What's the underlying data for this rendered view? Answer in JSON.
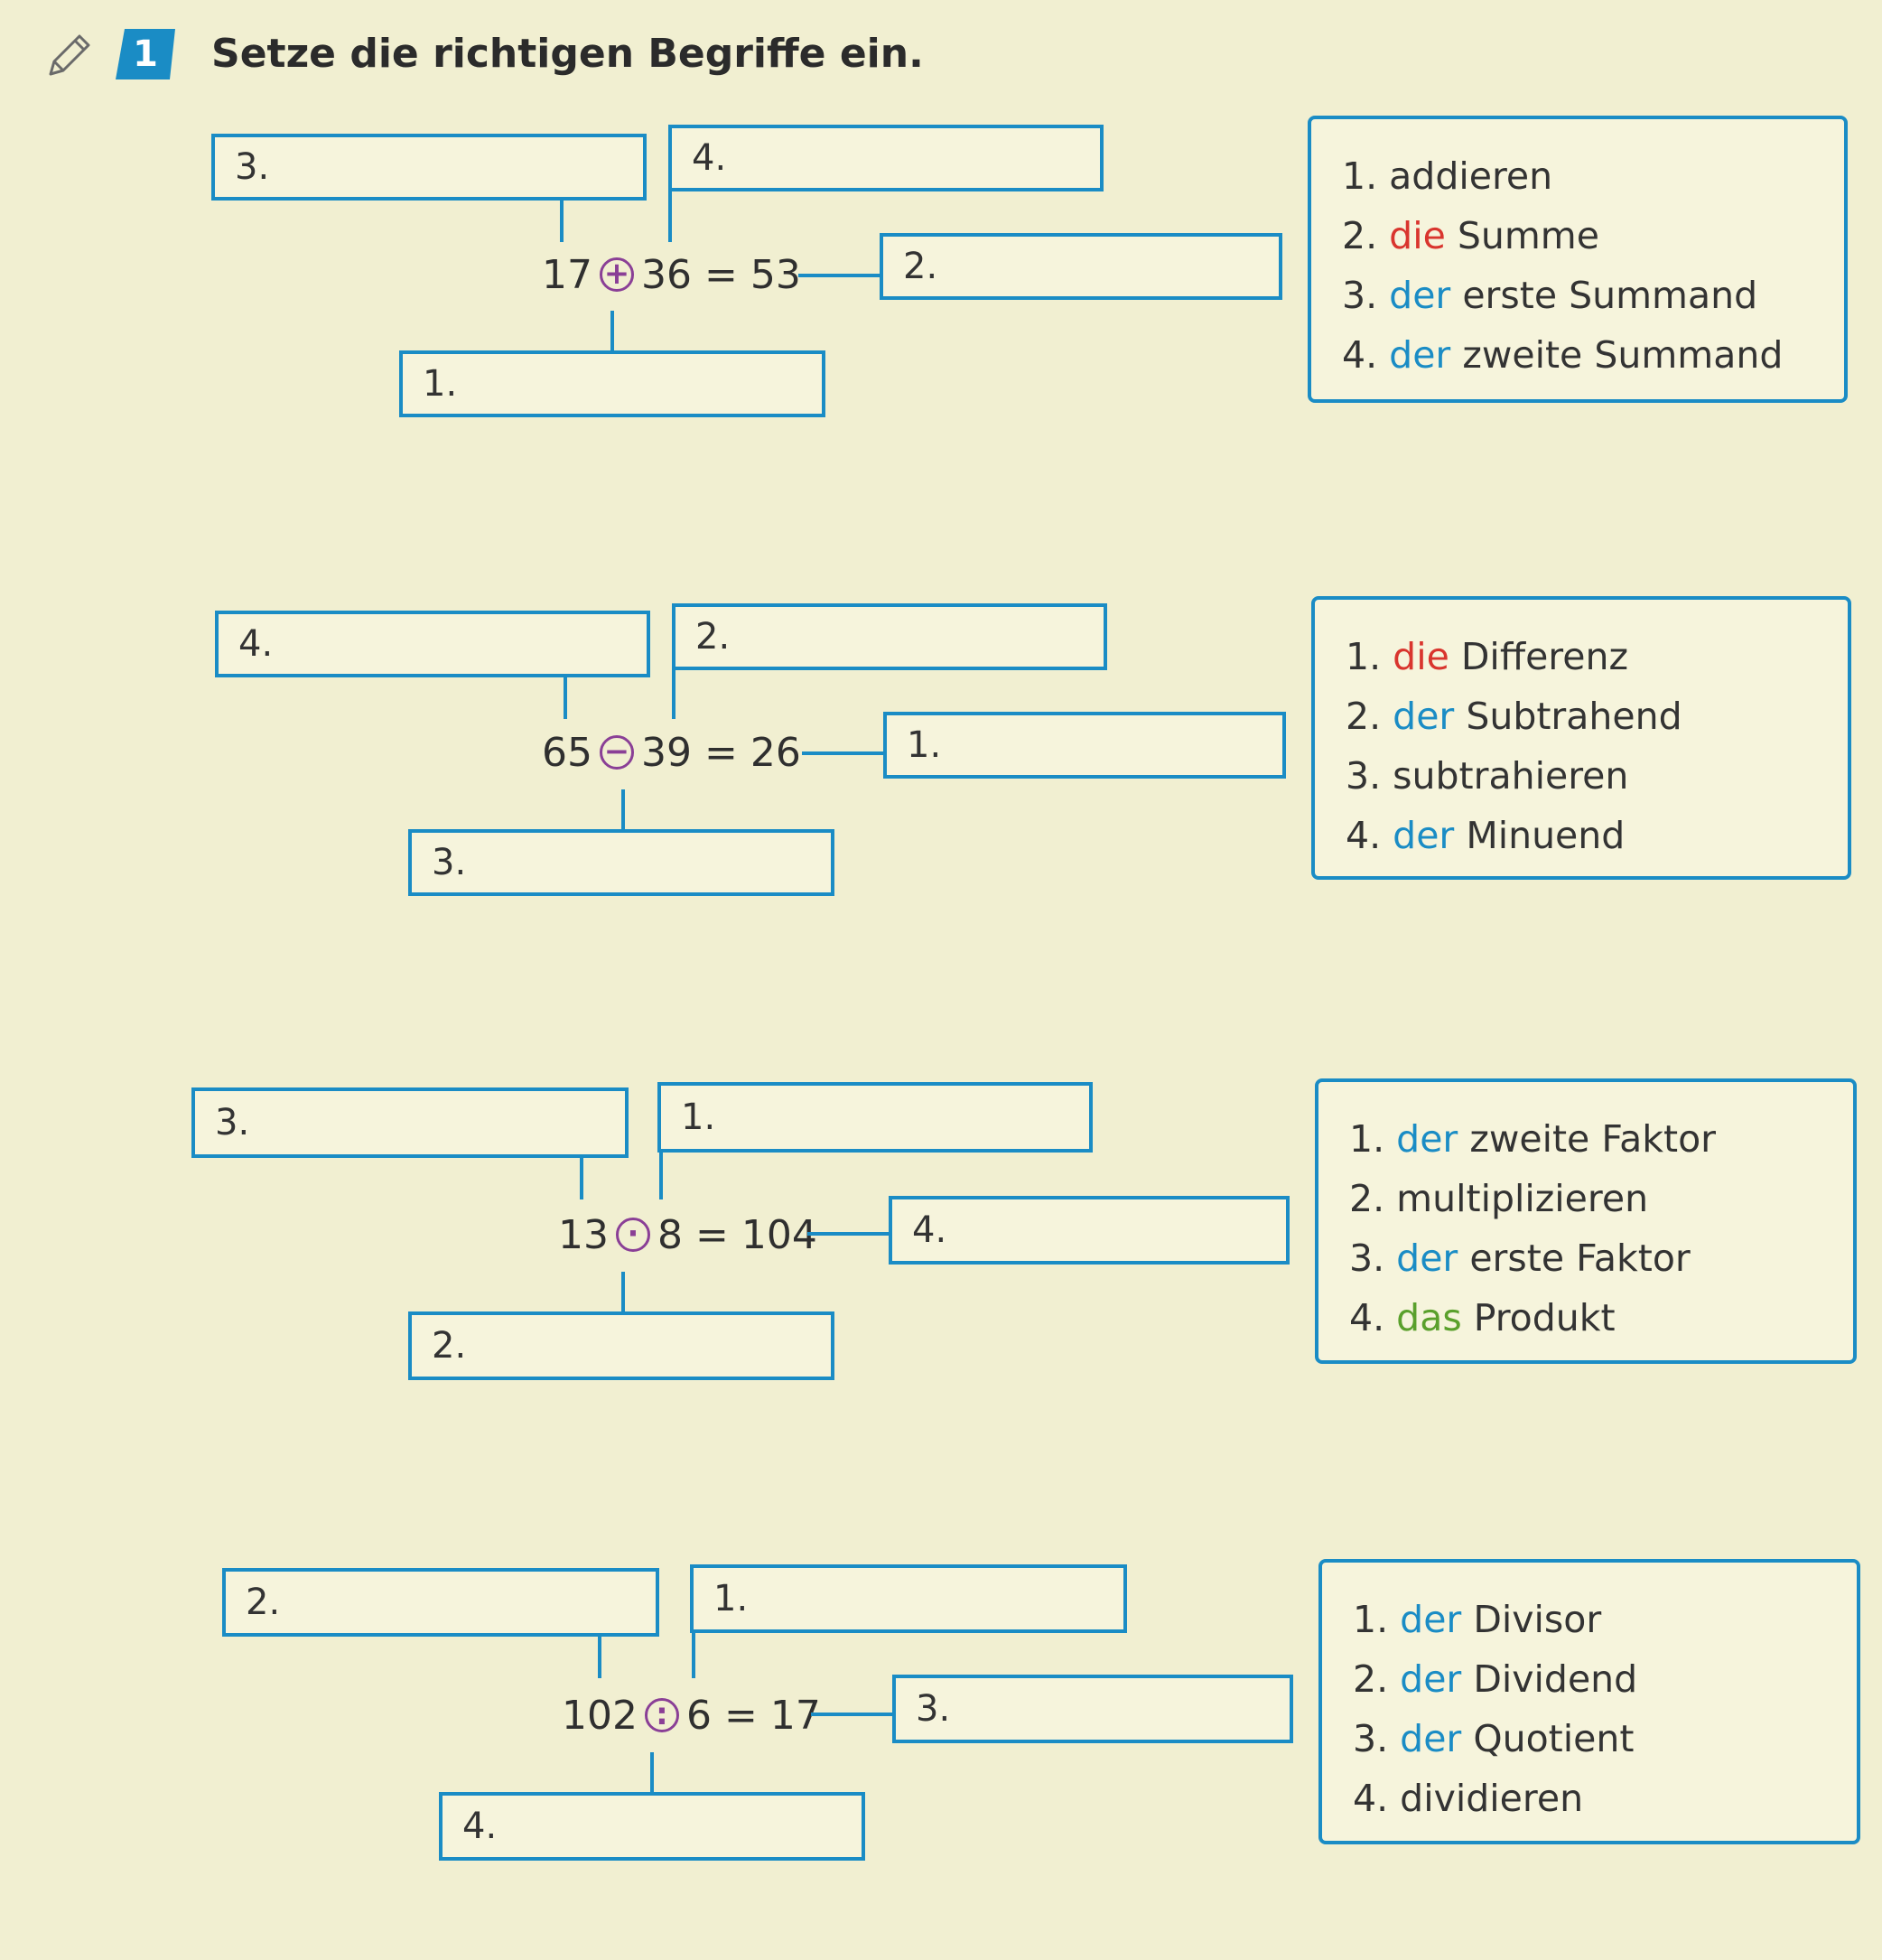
{
  "task": {
    "number": "1",
    "title": "Setze die richtigen Begriffe ein."
  },
  "colors": {
    "accent_blue": "#1a8cc5",
    "operator_purple": "#8a3f96",
    "article_red": "#d9352e",
    "article_green": "#5aa02c"
  },
  "sections": [
    {
      "id": "addition",
      "equation": {
        "a": "17",
        "op": "+",
        "b": "36",
        "eq": "=",
        "result": "53"
      },
      "slots": {
        "top_left": "3.",
        "top_right": "4.",
        "right": "2.",
        "bottom": "1."
      },
      "terms": [
        {
          "num": "1.",
          "article": "",
          "word": "addieren"
        },
        {
          "num": "2.",
          "article": "die",
          "word": " Summe",
          "color": "red"
        },
        {
          "num": "3.",
          "article": "der",
          "word": " erste Summand",
          "color": "blue"
        },
        {
          "num": "4.",
          "article": "der",
          "word": " zweite Summand",
          "color": "blue"
        }
      ]
    },
    {
      "id": "subtraction",
      "equation": {
        "a": "65",
        "op": "−",
        "b": "39",
        "eq": "=",
        "result": "26"
      },
      "slots": {
        "top_left": "4.",
        "top_right": "2.",
        "right": "1.",
        "bottom": "3."
      },
      "terms": [
        {
          "num": "1.",
          "article": "die",
          "word": " Differenz",
          "color": "red"
        },
        {
          "num": "2.",
          "article": "der",
          "word": " Subtrahend",
          "color": "blue"
        },
        {
          "num": "3.",
          "article": "",
          "word": "subtrahieren"
        },
        {
          "num": "4.",
          "article": "der",
          "word": " Minuend",
          "color": "blue"
        }
      ]
    },
    {
      "id": "multiplication",
      "equation": {
        "a": "13",
        "op": "·",
        "b": "8",
        "eq": "=",
        "result": "104"
      },
      "slots": {
        "top_left": "3.",
        "top_right": "1.",
        "right": "4.",
        "bottom": "2."
      },
      "terms": [
        {
          "num": "1.",
          "article": "der",
          "word": " zweite Faktor",
          "color": "blue"
        },
        {
          "num": "2.",
          "article": "",
          "word": "multiplizieren"
        },
        {
          "num": "3.",
          "article": "der",
          "word": " erste Faktor",
          "color": "blue"
        },
        {
          "num": "4.",
          "article": "das",
          "word": " Produkt",
          "color": "green"
        }
      ]
    },
    {
      "id": "division",
      "equation": {
        "a": "102",
        "op": ":",
        "b": "6",
        "eq": "=",
        "result": "17"
      },
      "slots": {
        "top_left": "2.",
        "top_right": "1.",
        "right": "3.",
        "bottom": "4."
      },
      "terms": [
        {
          "num": "1.",
          "article": "der",
          "word": " Divisor",
          "color": "blue"
        },
        {
          "num": "2.",
          "article": "der",
          "word": " Dividend",
          "color": "blue"
        },
        {
          "num": "3.",
          "article": "der",
          "word": " Quotient",
          "color": "blue"
        },
        {
          "num": "4.",
          "article": "",
          "word": "dividieren"
        }
      ]
    }
  ]
}
